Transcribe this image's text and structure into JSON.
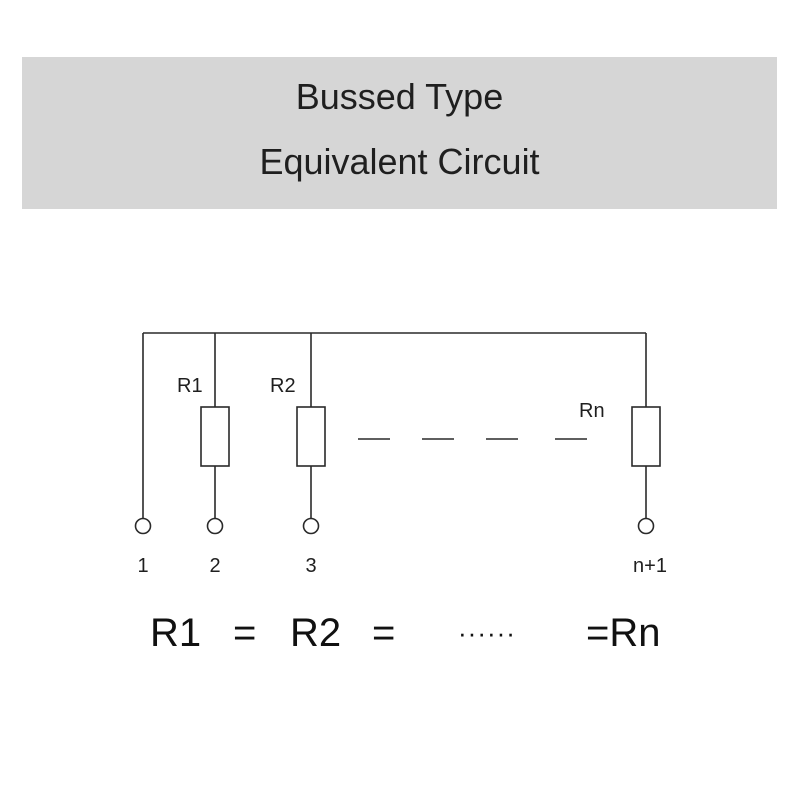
{
  "header": {
    "title_line1": "Bussed Type",
    "title_line2": "Equivalent Circuit",
    "background_color": "#d6d6d6"
  },
  "resistors": {
    "r1_label": "R1",
    "r2_label": "R2",
    "rn_label": "Rn"
  },
  "pins": {
    "pin1": "1",
    "pin2": "2",
    "pin3": "3",
    "pin_last": "n+1"
  },
  "equation": {
    "r1": "R1",
    "eq1": "=",
    "r2": "R2",
    "eq2": "=",
    "dots": "······",
    "rn": "=Rn"
  }
}
